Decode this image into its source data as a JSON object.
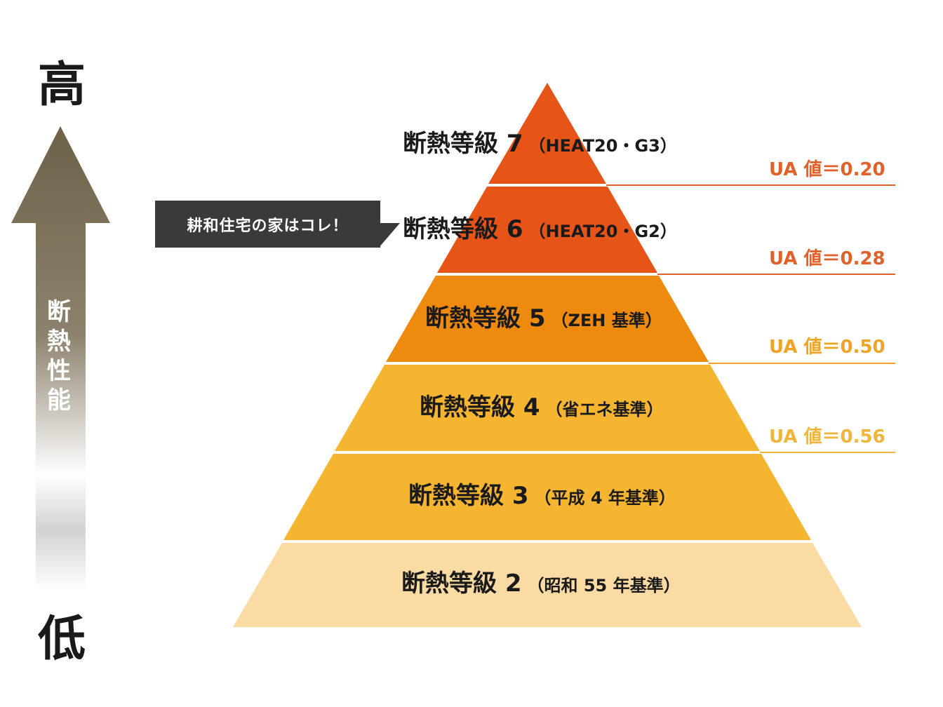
{
  "axis": {
    "high": "高",
    "low": "低",
    "label_chars": [
      "断",
      "熱",
      "性",
      "能"
    ],
    "arrow_top_color": "#6e6148",
    "arrow_bottom_color": "#ffffff"
  },
  "callout": {
    "text": "耕和住宅の家はコレ！",
    "bg_color": "#3a3a3a"
  },
  "levels": [
    {
      "main": "断熱等級 7",
      "sub": "（HEAT20・G3）",
      "color": "#e65418"
    },
    {
      "main": "断熱等級 6",
      "sub": "（HEAT20・G2）",
      "color": "#e65418"
    },
    {
      "main": "断熱等級 5",
      "sub": "（ZEH 基準）",
      "color": "#ee8a0e"
    },
    {
      "main": "断熱等級 4",
      "sub": "（省エネ基準）",
      "color": "#f6b530"
    },
    {
      "main": "断熱等級 3",
      "sub": "（平成 4 年基準）",
      "color": "#f6b530"
    },
    {
      "main": "断熱等級 2",
      "sub": "（昭和 55 年基準）",
      "color": "#fbdba4"
    }
  ],
  "ua_values": [
    {
      "text": "UA 値＝0.20",
      "color": "#e0622a"
    },
    {
      "text": "UA 値＝0.28",
      "color": "#e0622a"
    },
    {
      "text": "UA 値＝0.50",
      "color": "#efa426"
    },
    {
      "text": "UA 値＝0.56",
      "color": "#f1b53c"
    }
  ]
}
